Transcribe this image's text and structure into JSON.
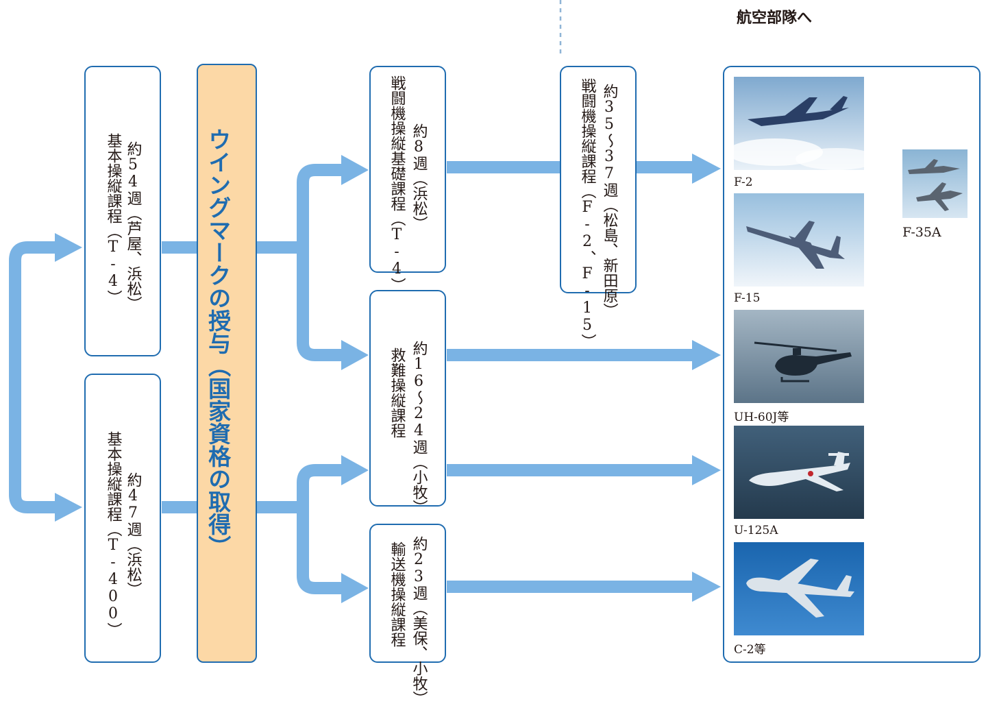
{
  "header": {
    "destination_title": "航空部隊へ"
  },
  "basic_courses": [
    {
      "duration": "約54週（芦屋、浜松）",
      "name": "基本操縦課程（T-4）"
    },
    {
      "duration": "約47週（浜松）",
      "name": "基本操縦課程（T-400）"
    }
  ],
  "wingmark": {
    "label": "ウイングマークの授与（国家資格の取得）"
  },
  "mid_courses": [
    {
      "duration": "約8週（浜松）",
      "name": "戦闘機操縦基礎課程（T-4）"
    },
    {
      "duration": "約16～24週（小牧）",
      "name": "救難操縦課程"
    },
    {
      "duration": "約23週（美保、小牧）",
      "name": "輸送機操縦課程"
    }
  ],
  "fighter_course": {
    "duration": "約35～37週（松島、新田原）",
    "name": "戦闘機操縦課程（F-2、F-15）"
  },
  "aircraft": [
    {
      "label": "F-2",
      "sky": "#bcd6ec",
      "icon": "fighter-jet-icon"
    },
    {
      "label": "F-15",
      "sky": "#c4d8ea",
      "icon": "fighter-jet-icon"
    },
    {
      "label": "UH-60J等",
      "sky": "#7a93a8",
      "icon": "helicopter-icon"
    },
    {
      "label": "U-125A",
      "sky": "#2f4d66",
      "icon": "business-jet-icon"
    },
    {
      "label": "C-2等",
      "sky": "#1c6db5",
      "icon": "transport-plane-icon"
    }
  ],
  "upgrade": {
    "label": "F-35A",
    "icon": "stealth-fighter-icon"
  },
  "colors": {
    "arrow": "#7ab3e4",
    "border": "#1f6cb0",
    "wing_fill": "#fcd8a6",
    "wing_text": "#1f6cb0",
    "dashed": "#8fb4d6"
  }
}
